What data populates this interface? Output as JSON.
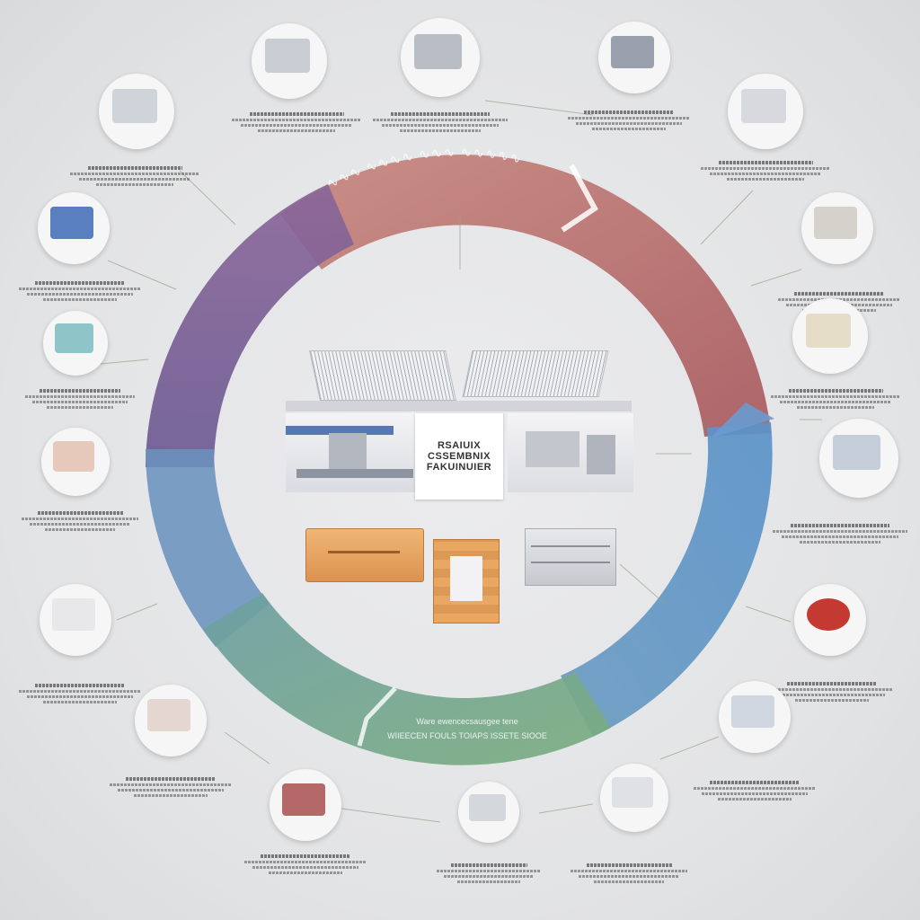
{
  "center": {
    "title_line1": "RSAIUIX",
    "title_line2": "CSSEMBNIX",
    "title_line3": "FAKUINUIER"
  },
  "ring": {
    "segment_colors": [
      "#b45f5f",
      "#7b5a91",
      "#5e8fbf",
      "#74a682"
    ],
    "bottom_label_line1": "Ware ewencecsausgee tene",
    "bottom_label_line2": "WIIEECEN FOULS TOIAPS ISSETE SIOOE"
  },
  "nodes": [
    {
      "name": "node-top-1",
      "icon": "machine-photo"
    },
    {
      "name": "node-top-2",
      "icon": "equipment-photo"
    },
    {
      "name": "node-top-3",
      "icon": "device-photo"
    }
  ]
}
